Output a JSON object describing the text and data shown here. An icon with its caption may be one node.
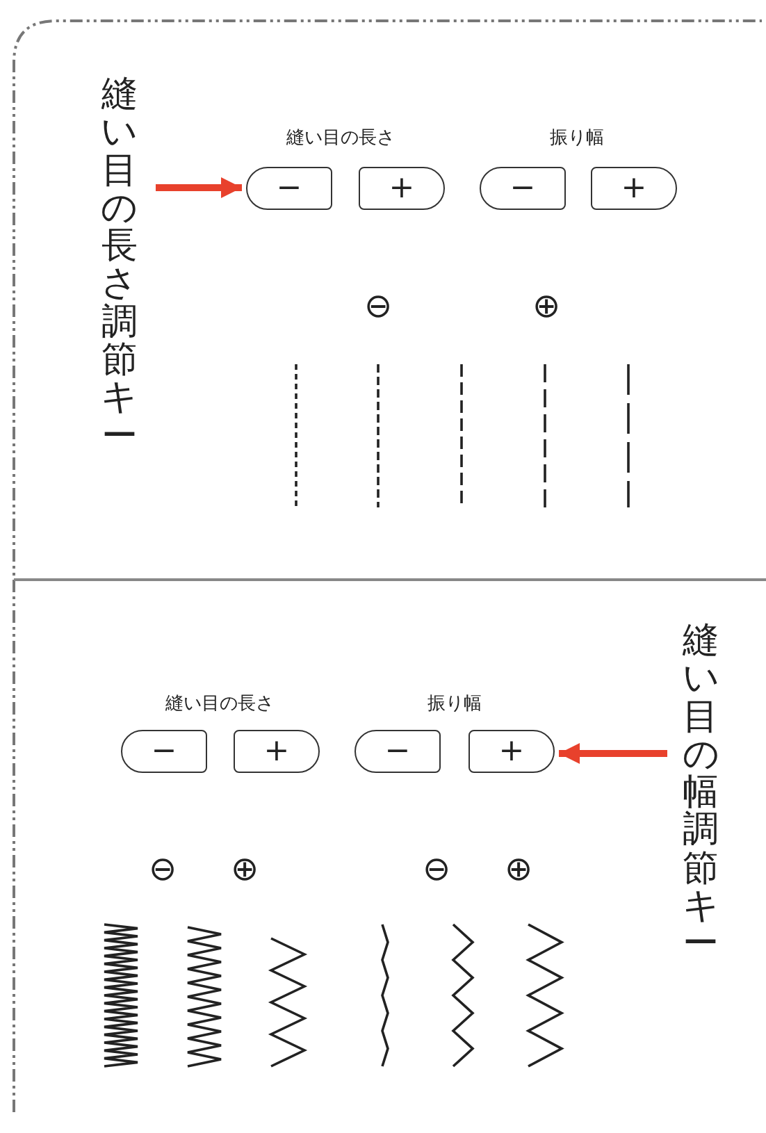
{
  "diagram": {
    "nodes": [
      {
        "text": [
          "縫い目の長さ調節キー"
        ]
      },
      {
        "text": [
          "−"
        ]
      },
      {
        "text": [
          "+"
        ]
      },
      {
        "text": [
          "−"
        ]
      },
      {
        "text": [
          "+"
        ]
      },
      {
        "text": [
          "−"
        ]
      },
      {
        "text": [
          "+"
        ]
      },
      {
        "text": [
          "−"
        ]
      },
      {
        "text": [
          "+"
        ]
      },
      {
        "text": [
          "縫い目の幅調節キー"
        ]
      }
    ],
    "edges": [
      {
        "from": 0,
        "to": 1,
        "arrow": "to",
        "color": "#e8412c"
      },
      {
        "from": 9,
        "to": 8,
        "arrow": "to",
        "color": "#e8412c"
      }
    ],
    "labels": [
      "縫い目の長さ",
      "振り幅",
      "⊖",
      "⊕",
      "縫い目の長さ",
      "振り幅",
      "⊖",
      "⊕",
      "⊖",
      "⊕"
    ]
  }
}
